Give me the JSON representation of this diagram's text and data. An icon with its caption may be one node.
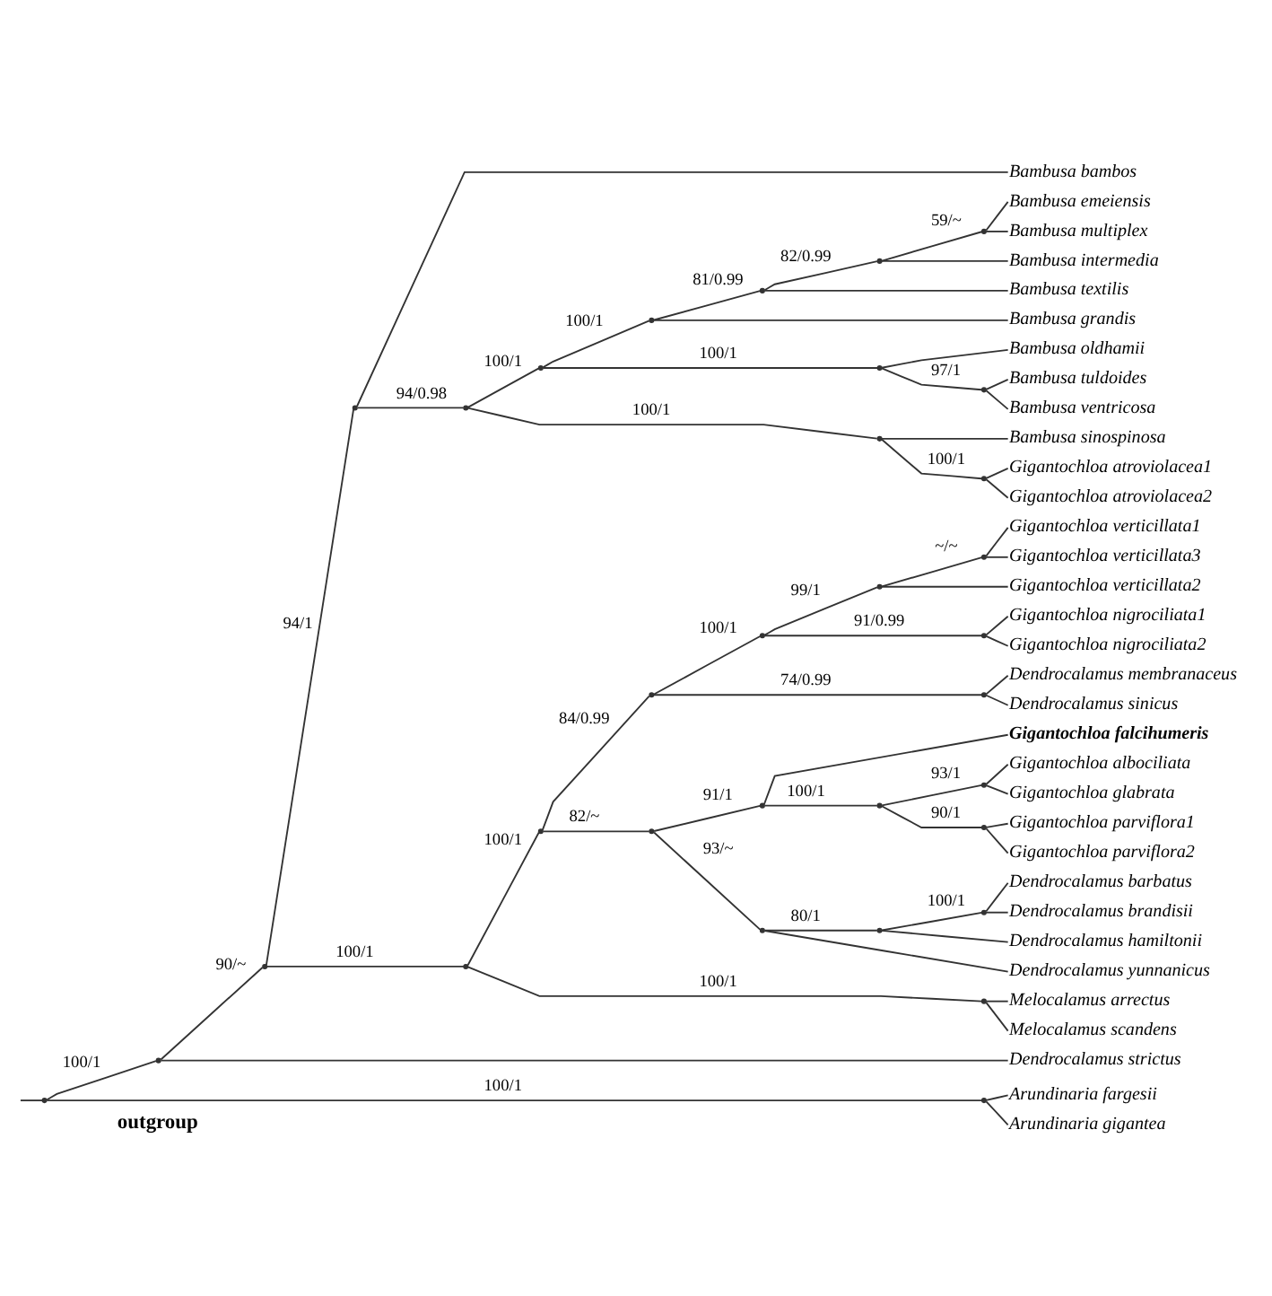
{
  "diagram": {
    "nodes": [
      {
        "text": [],
        "shape": "point"
      },
      {
        "text": [],
        "shape": "point"
      },
      {
        "text": [],
        "shape": "point"
      },
      {
        "text": [],
        "shape": "point"
      },
      {
        "text": [
          "Bambusa bambos"
        ]
      },
      {
        "text": [],
        "shape": "point"
      },
      {
        "text": [],
        "shape": "point"
      },
      {
        "text": [],
        "shape": "point"
      },
      {
        "text": [],
        "shape": "point"
      },
      {
        "text": [],
        "shape": "point"
      },
      {
        "text": [],
        "shape": "point"
      },
      {
        "text": [
          "Bambusa emeiensis"
        ]
      },
      {
        "text": [
          "Bambusa multiplex"
        ]
      },
      {
        "text": [
          "Bambusa intermedia"
        ]
      },
      {
        "text": [
          "Bambusa textilis"
        ]
      },
      {
        "text": [
          "Bambusa grandis"
        ]
      },
      {
        "text": [],
        "shape": "point"
      },
      {
        "text": [
          "Bambusa oldhamii"
        ]
      },
      {
        "text": [],
        "shape": "point"
      },
      {
        "text": [
          "Bambusa tuldoides"
        ]
      },
      {
        "text": [
          "Bambusa ventricosa"
        ]
      },
      {
        "text": [],
        "shape": "point"
      },
      {
        "text": [
          "Bambusa sinospinosa"
        ]
      },
      {
        "text": [],
        "shape": "point"
      },
      {
        "text": [
          "Gigantochloa atroviolacea1"
        ]
      },
      {
        "text": [
          "Gigantochloa atroviolacea2"
        ]
      },
      {
        "text": [],
        "shape": "point"
      },
      {
        "text": [],
        "shape": "point"
      },
      {
        "text": [],
        "shape": "point"
      },
      {
        "text": [],
        "shape": "point"
      },
      {
        "text": [],
        "shape": "point"
      },
      {
        "text": [],
        "shape": "point"
      },
      {
        "text": [
          "Gigantochloa verticillata1"
        ]
      },
      {
        "text": [
          "Gigantochloa verticillata3"
        ]
      },
      {
        "text": [
          "Gigantochloa verticillata2"
        ]
      },
      {
        "text": [],
        "shape": "point"
      },
      {
        "text": [
          "Gigantochloa nigrociliata1"
        ]
      },
      {
        "text": [
          "Gigantochloa nigrociliata2"
        ]
      },
      {
        "text": [],
        "shape": "point"
      },
      {
        "text": [
          "Dendrocalamus membranaceus"
        ]
      },
      {
        "text": [
          "Dendrocalamus sinicus"
        ]
      },
      {
        "text": [],
        "shape": "point"
      },
      {
        "text": [],
        "shape": "point"
      },
      {
        "text": [
          "Gigantochloa falcihumeris"
        ]
      },
      {
        "text": [],
        "shape": "point"
      },
      {
        "text": [],
        "shape": "point"
      },
      {
        "text": [
          "Gigantochloa albociliata"
        ]
      },
      {
        "text": [
          "Gigantochloa glabrata"
        ]
      },
      {
        "text": [],
        "shape": "point"
      },
      {
        "text": [
          "Gigantochloa parviflora1"
        ]
      },
      {
        "text": [
          "Gigantochloa parviflora2"
        ]
      },
      {
        "text": [],
        "shape": "point"
      },
      {
        "text": [],
        "shape": "point"
      },
      {
        "text": [],
        "shape": "point"
      },
      {
        "text": [
          "Dendrocalamus barbatus"
        ]
      },
      {
        "text": [
          "Dendrocalamus brandisii"
        ]
      },
      {
        "text": [
          "Dendrocalamus hamiltonii"
        ]
      },
      {
        "text": [
          "Dendrocalamus yunnanicus"
        ]
      },
      {
        "text": [],
        "shape": "point"
      },
      {
        "text": [
          "Melocalamus arrectus"
        ]
      },
      {
        "text": [
          "Melocalamus scandens"
        ]
      },
      {
        "text": [
          "Dendrocalamus strictus"
        ]
      },
      {
        "text": [],
        "shape": "point"
      },
      {
        "text": [
          "Arundinaria fargesii"
        ]
      },
      {
        "text": [
          "Arundinaria gigantea"
        ]
      }
    ],
    "edges": [
      {
        "from": null,
        "to": 0,
        "arrow": "none"
      },
      {
        "from": 0,
        "to": 1,
        "arrow": "none",
        "label": "100/1"
      },
      {
        "from": 1,
        "to": 2,
        "arrow": "none",
        "label": "90/~"
      },
      {
        "from": 2,
        "to": 3,
        "arrow": "none",
        "label": "94/1"
      },
      {
        "from": 3,
        "to": 4,
        "arrow": "none"
      },
      {
        "from": 3,
        "to": 5,
        "arrow": "none",
        "label": "94/0.98"
      },
      {
        "from": 5,
        "to": 6,
        "arrow": "none",
        "label": "100/1"
      },
      {
        "from": 6,
        "to": 7,
        "arrow": "none",
        "label": "100/1"
      },
      {
        "from": 7,
        "to": 8,
        "arrow": "none",
        "label": "81/0.99"
      },
      {
        "from": 8,
        "to": 9,
        "arrow": "none",
        "label": "82/0.99"
      },
      {
        "from": 9,
        "to": 10,
        "arrow": "none",
        "label": "59/~"
      },
      {
        "from": 10,
        "to": 11,
        "arrow": "none"
      },
      {
        "from": 10,
        "to": 12,
        "arrow": "none"
      },
      {
        "from": 9,
        "to": 13,
        "arrow": "none"
      },
      {
        "from": 8,
        "to": 14,
        "arrow": "none"
      },
      {
        "from": 7,
        "to": 15,
        "arrow": "none"
      },
      {
        "from": 6,
        "to": 16,
        "arrow": "none",
        "label": "100/1"
      },
      {
        "from": 16,
        "to": 17,
        "arrow": "none"
      },
      {
        "from": 16,
        "to": 18,
        "arrow": "none",
        "label": "97/1"
      },
      {
        "from": 18,
        "to": 19,
        "arrow": "none"
      },
      {
        "from": 18,
        "to": 20,
        "arrow": "none"
      },
      {
        "from": 5,
        "to": 21,
        "arrow": "none",
        "label": "100/1"
      },
      {
        "from": 21,
        "to": 22,
        "arrow": "none"
      },
      {
        "from": 21,
        "to": 23,
        "arrow": "none",
        "label": "100/1"
      },
      {
        "from": 23,
        "to": 24,
        "arrow": "none"
      },
      {
        "from": 23,
        "to": 25,
        "arrow": "none"
      },
      {
        "from": 2,
        "to": 26,
        "arrow": "none",
        "label": "100/1"
      },
      {
        "from": 26,
        "to": 27,
        "arrow": "none",
        "label": "100/1"
      },
      {
        "from": 27,
        "to": 28,
        "arrow": "none",
        "label": "84/0.99"
      },
      {
        "from": 28,
        "to": 29,
        "arrow": "none",
        "label": "100/1"
      },
      {
        "from": 29,
        "to": 30,
        "arrow": "none",
        "label": "99/1"
      },
      {
        "from": 30,
        "to": 31,
        "arrow": "none",
        "label": "~/~"
      },
      {
        "from": 31,
        "to": 32,
        "arrow": "none"
      },
      {
        "from": 31,
        "to": 33,
        "arrow": "none"
      },
      {
        "from": 30,
        "to": 34,
        "arrow": "none"
      },
      {
        "from": 29,
        "to": 35,
        "arrow": "none",
        "label": "91/0.99"
      },
      {
        "from": 35,
        "to": 36,
        "arrow": "none"
      },
      {
        "from": 35,
        "to": 37,
        "arrow": "none"
      },
      {
        "from": 28,
        "to": 38,
        "arrow": "none",
        "label": "74/0.99"
      },
      {
        "from": 38,
        "to": 39,
        "arrow": "none"
      },
      {
        "from": 38,
        "to": 40,
        "arrow": "none"
      },
      {
        "from": 27,
        "to": 41,
        "arrow": "none",
        "label": "82/~"
      },
      {
        "from": 41,
        "to": 42,
        "arrow": "none",
        "label": "91/1"
      },
      {
        "from": 42,
        "to": 43,
        "arrow": "none"
      },
      {
        "from": 42,
        "to": 44,
        "arrow": "none",
        "label": "100/1"
      },
      {
        "from": 44,
        "to": 45,
        "arrow": "none",
        "label": "93/1"
      },
      {
        "from": 45,
        "to": 46,
        "arrow": "none"
      },
      {
        "from": 45,
        "to": 47,
        "arrow": "none"
      },
      {
        "from": 44,
        "to": 48,
        "arrow": "none",
        "label": "90/1"
      },
      {
        "from": 48,
        "to": 49,
        "arrow": "none"
      },
      {
        "from": 48,
        "to": 50,
        "arrow": "none"
      },
      {
        "from": 41,
        "to": 51,
        "arrow": "none",
        "label": "93/~"
      },
      {
        "from": 51,
        "to": 52,
        "arrow": "none",
        "label": "80/1"
      },
      {
        "from": 52,
        "to": 53,
        "arrow": "none",
        "label": "100/1"
      },
      {
        "from": 53,
        "to": 54,
        "arrow": "none"
      },
      {
        "from": 53,
        "to": 55,
        "arrow": "none"
      },
      {
        "from": 52,
        "to": 56,
        "arrow": "none"
      },
      {
        "from": 51,
        "to": 57,
        "arrow": "none"
      },
      {
        "from": 26,
        "to": 58,
        "arrow": "none",
        "label": "100/1"
      },
      {
        "from": 58,
        "to": 59,
        "arrow": "none"
      },
      {
        "from": 58,
        "to": 60,
        "arrow": "none"
      },
      {
        "from": 1,
        "to": 61,
        "arrow": "none"
      },
      {
        "from": 0,
        "to": 62,
        "arrow": "none",
        "label": "100/1"
      },
      {
        "from": 62,
        "to": 63,
        "arrow": "none"
      },
      {
        "from": 62,
        "to": 64,
        "arrow": "none"
      }
    ],
    "labels": [
      "outgroup"
    ]
  }
}
